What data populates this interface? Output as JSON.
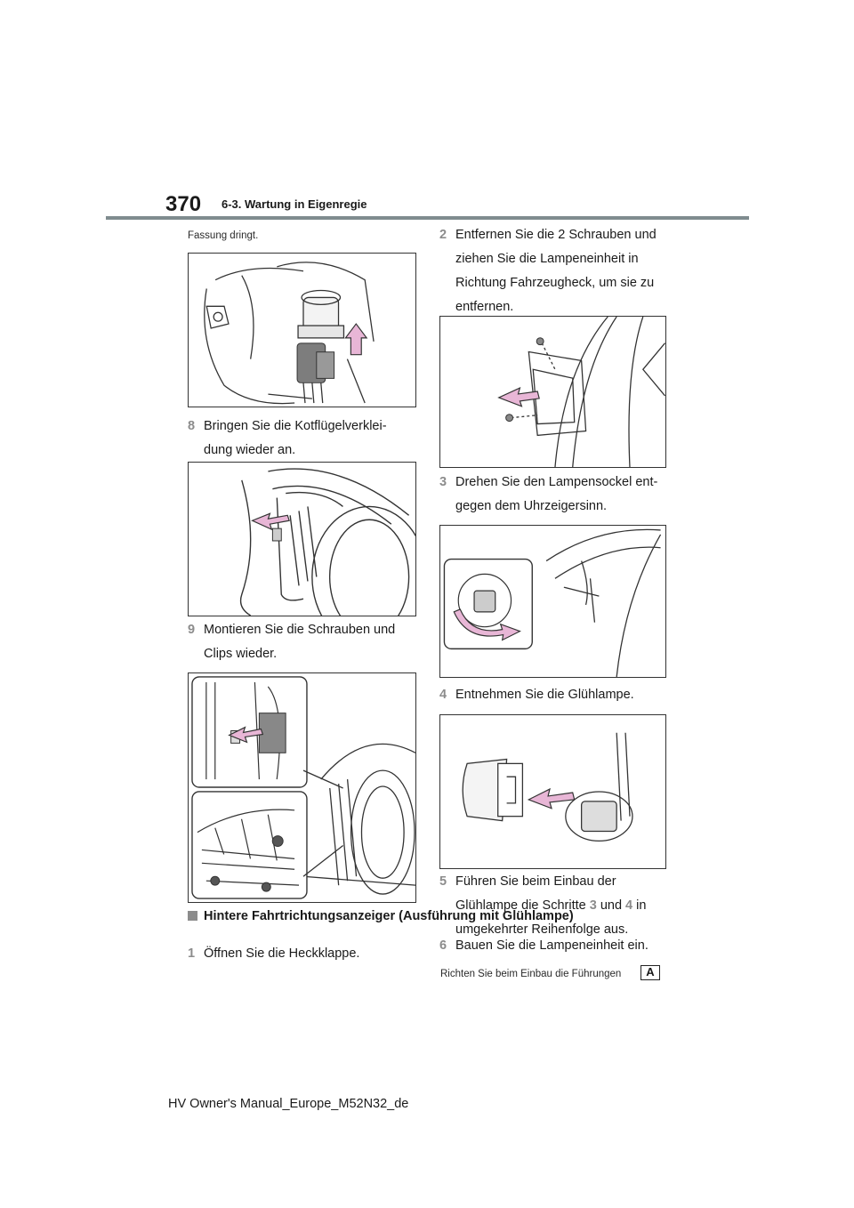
{
  "header": {
    "page_number": "370",
    "section_title": "6-3. Wartung in Eigenregie"
  },
  "left_column": {
    "intro_fragment": "Fassung dringt.",
    "step8": {
      "num": "8",
      "text": "Bringen Sie die Kotflügelverklei- dung wieder an."
    },
    "step9": {
      "num": "9",
      "text": "Montieren Sie die Schrauben und Clips wieder."
    },
    "subheading": "Hintere Fahrtrichtungsanzeiger (Ausführung mit Glühlampe)",
    "step1": {
      "num": "1",
      "text": "Öffnen Sie die Heckklappe."
    }
  },
  "right_column": {
    "step2": {
      "num": "2",
      "text": "Entfernen Sie die 2 Schrauben und ziehen Sie die Lampeneinheit in Richtung Fahrzeugheck, um sie zu entfernen."
    },
    "step3": {
      "num": "3",
      "text": "Drehen Sie den Lampensockel ent- gegen dem Uhrzeigersinn."
    },
    "step4": {
      "num": "4",
      "text": "Entnehmen Sie die Glühlampe."
    },
    "step5": {
      "num": "5",
      "text_a": "Führen Sie beim Einbau der Glühlampe die Schritte ",
      "ref_a": "3",
      "text_b": " und ",
      "ref_b": "4",
      "text_c": " in umgekehrter Reihenfolge aus."
    },
    "step6": {
      "num": "6",
      "text": "Bauen Sie die Lampeneinheit ein."
    },
    "note": "Richten Sie beim Einbau die Führungen",
    "note_badge": "A"
  },
  "footer": {
    "manual_id": "HV Owner's Manual_Europe_M52N32_de"
  },
  "colors": {
    "arrow_fill": "#e8b6d6",
    "arrow_stroke": "#333333",
    "rule": "#7f8c8f",
    "step_number": "#8c8c8c"
  }
}
